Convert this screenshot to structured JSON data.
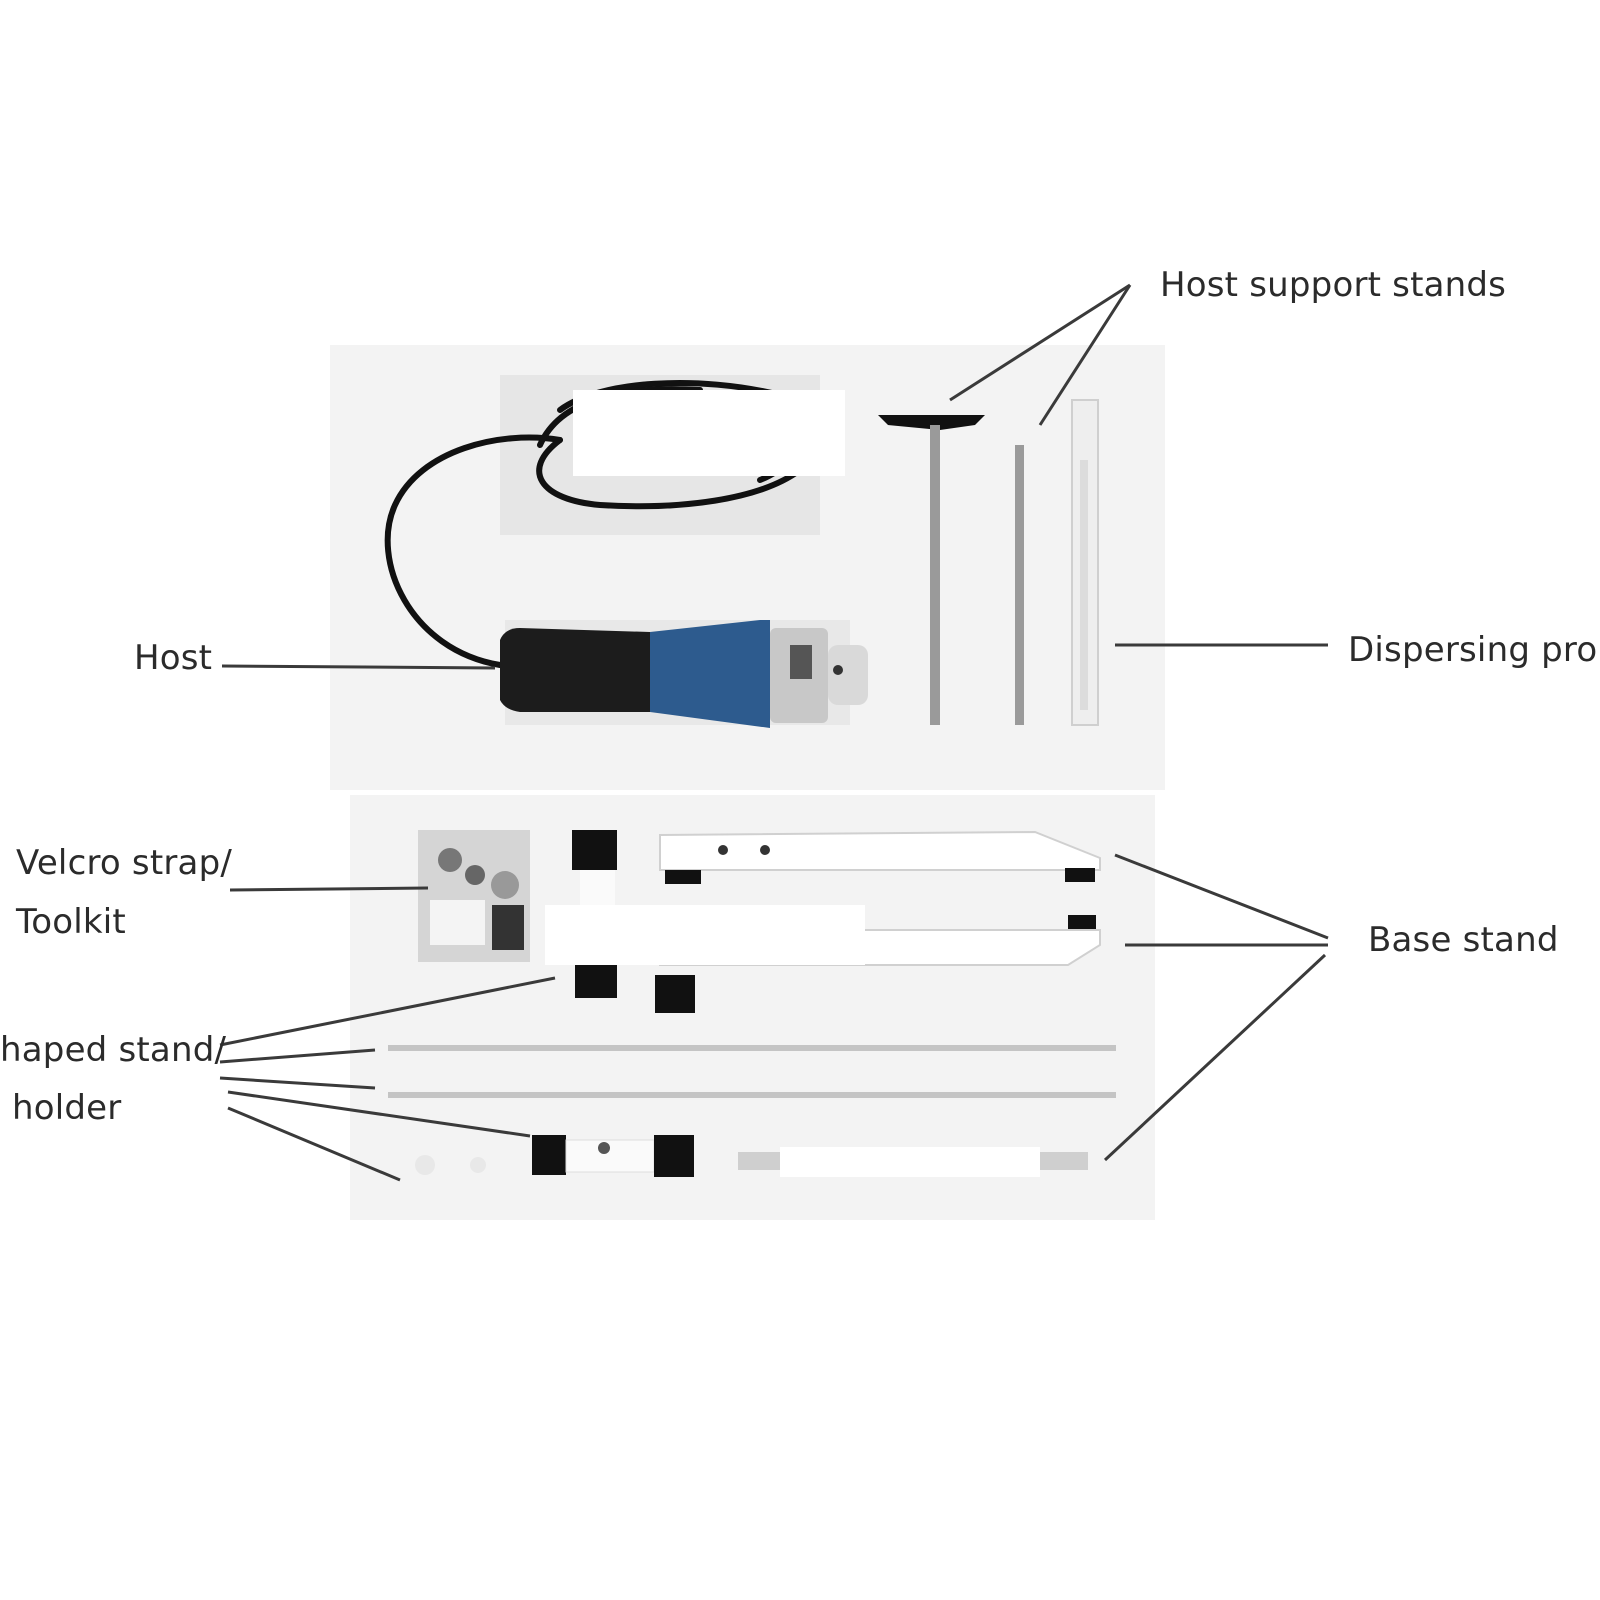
{
  "labels": {
    "host_support_stands": "Host support stands",
    "host": "Host",
    "dispersing_probe": "Dispersing probe",
    "velcro_strap": "Velcro strap/",
    "toolkit": "Toolkit",
    "base_stand": "Base stand",
    "shaped_stand": "haped stand/",
    "holder": "holder"
  },
  "colors": {
    "background": "#ffffff",
    "foam": "#f2f2f2",
    "host_body_blue": "#2d5b8e",
    "host_grip_black": "#1c1c1c",
    "leader_line": "#3a3a3a"
  }
}
